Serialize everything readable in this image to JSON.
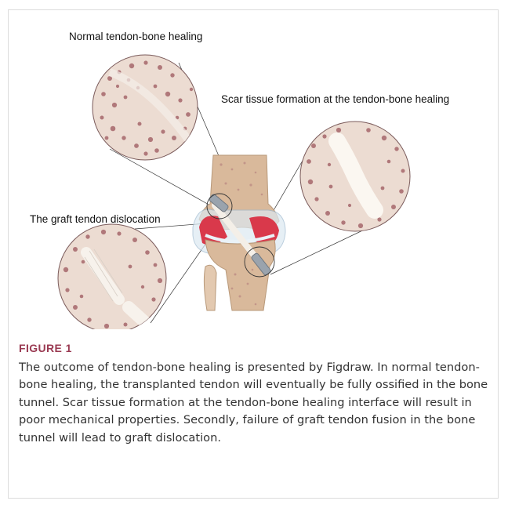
{
  "figure": {
    "labels": {
      "normal": "Normal tendon-bone healing",
      "scar": "Scar tissue formation at the tendon-bone healing",
      "dislocation": "The graft tendon dislocation"
    },
    "caption": {
      "label": "FIGURE 1",
      "text": "The outcome of tendon-bone healing is presented by Figdraw. In normal tendon-bone healing, the transplanted tendon will eventually be fully ossified in the bone tunnel. Scar tissue formation at the tendon-bone healing interface will result in poor mechanical properties. Secondly, failure of graft tendon fusion in the bone tunnel will lead to graft dislocation."
    },
    "colors": {
      "bone": "#d9b99b",
      "bone_spot": "#b0787a",
      "circle_bg": "#ecdcd2",
      "cartilage_red": "#d9394b",
      "meniscus_blue": "#c9dbe9",
      "caption_label": "#9a3a52"
    }
  }
}
